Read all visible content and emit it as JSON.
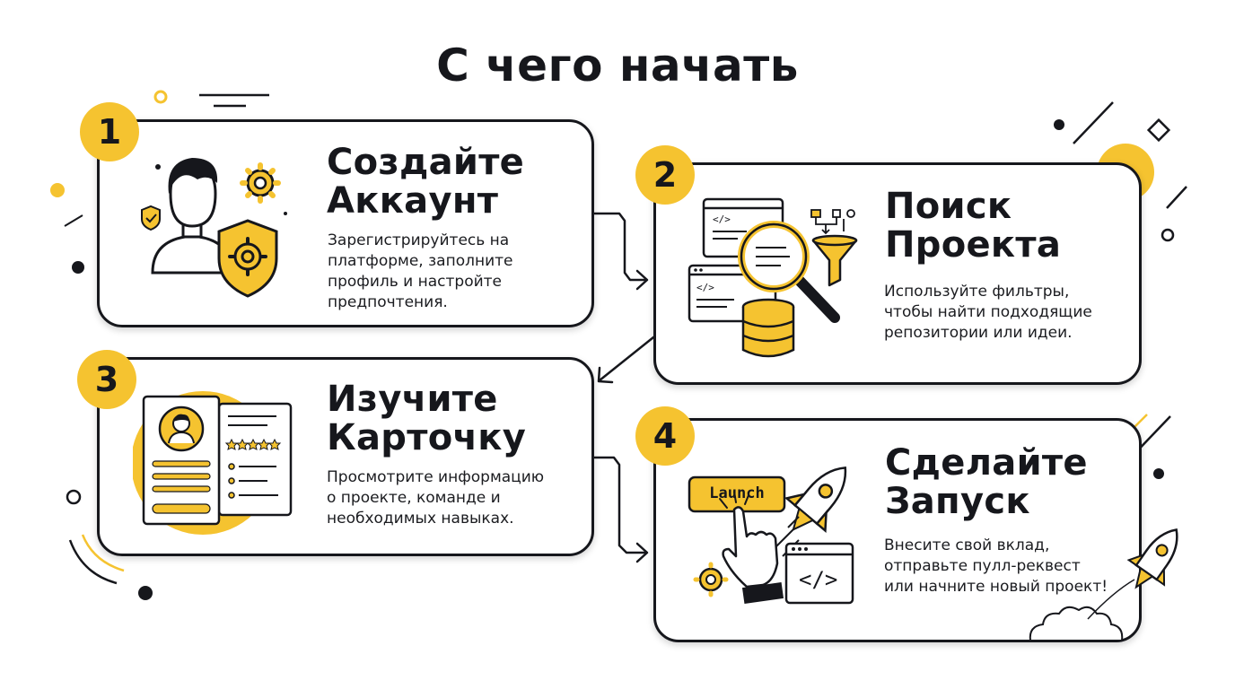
{
  "title": "С чего начать",
  "steps": [
    {
      "number": "1",
      "heading_line1": "Создайте",
      "heading_line2": "Аккаунт",
      "desc_line1": "Зарегистрируйтесь на",
      "desc_line2": "платформе, заполните",
      "desc_line3": "профиль и настройте",
      "desc_line4": "предпочтения.",
      "icon": "user-account-icon"
    },
    {
      "number": "2",
      "heading_line1": "Поиск",
      "heading_line2": "Проекта",
      "desc_line1": "Используйте фильтры,",
      "desc_line2": "чтобы найти подходящие",
      "desc_line3": "репозитории или идеи.",
      "icon": "search-project-icon"
    },
    {
      "number": "3",
      "heading_line1": "Изучите",
      "heading_line2": "Карточку",
      "desc_line1": "Просмотрите информацию",
      "desc_line2": "о проекте, команде и",
      "desc_line3": "необходимых навыках.",
      "icon": "profile-card-icon"
    },
    {
      "number": "4",
      "heading_line1": "Сделайте",
      "heading_line2": "Запуск",
      "desc_line1": "Внесите свой вклад,",
      "desc_line2": "отправьте пулл-реквест",
      "desc_line3": "или начните новый проект!",
      "icon": "launch-rocket-icon",
      "button_label": "Launch"
    }
  ],
  "colors": {
    "accent": "#f5c330",
    "ink": "#16171c",
    "background": "#ffffff"
  }
}
